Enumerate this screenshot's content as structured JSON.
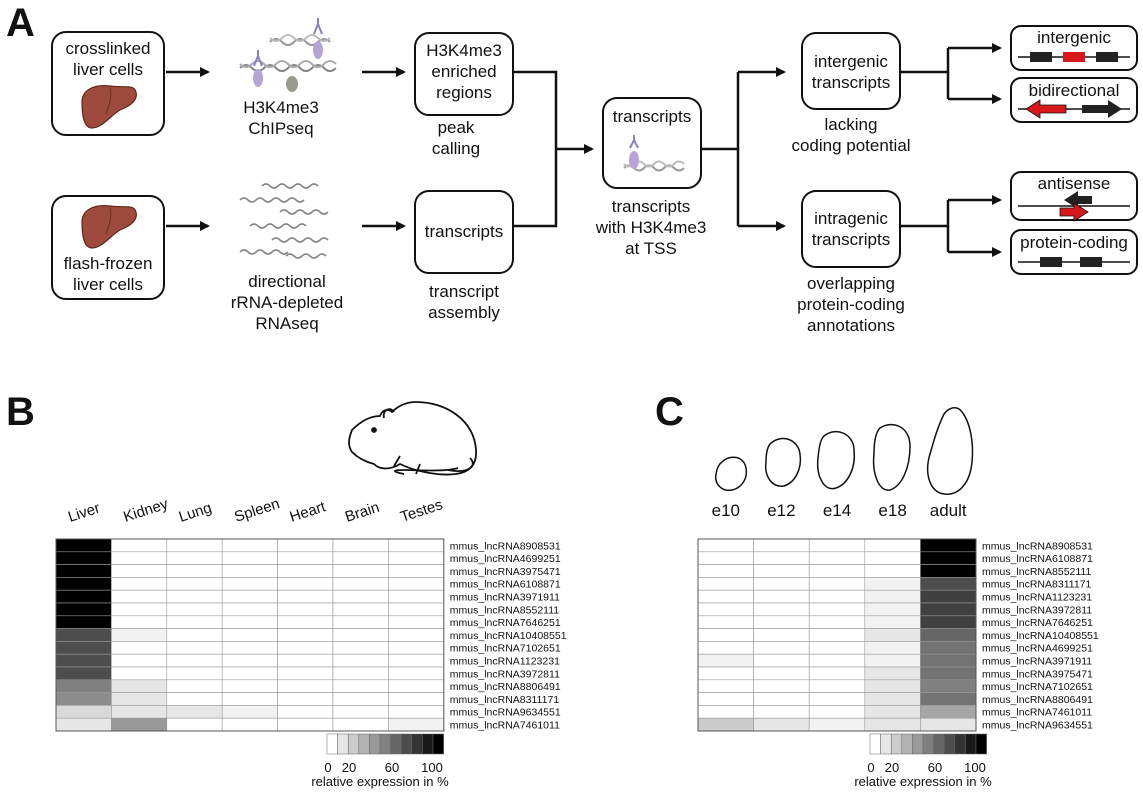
{
  "panels": {
    "a": "A",
    "b": "B",
    "c": "C"
  },
  "pipeline": {
    "crosslinked": [
      "crosslinked",
      "liver cells"
    ],
    "flashfrozen": [
      "flash-frozen",
      "liver cells"
    ],
    "chip": [
      "H3K4me3",
      "ChIPseq"
    ],
    "rnaseq": [
      "directional",
      "rRNA-depleted",
      "RNAseq"
    ],
    "enriched": [
      "H3K4me3",
      "enriched",
      "regions"
    ],
    "peak": [
      "peak",
      "calling"
    ],
    "transcripts_box": "transcripts",
    "assembly": [
      "transcript",
      "assembly"
    ],
    "center_box": "transcripts",
    "center_caption": [
      "transcripts",
      "with H3K4me3",
      "at TSS"
    ],
    "intergenic_box": [
      "intergenic",
      "transcripts"
    ],
    "intergenic_caption": [
      "lacking",
      "coding potential"
    ],
    "intragenic_box": [
      "intragenic",
      "transcripts"
    ],
    "intragenic_caption": [
      "overlapping",
      "protein-coding",
      "annotations"
    ],
    "categories": [
      "intergenic",
      "bidirectional",
      "antisense",
      "protein-coding"
    ]
  },
  "colors": {
    "red": "#d7191c",
    "liver": "#9e4a3c",
    "antibody": "#8e7fbf"
  },
  "heatmap_b": {
    "columns": [
      "Liver",
      "Kidney",
      "Lung",
      "Spleen",
      "Heart",
      "Brain",
      "Testes"
    ],
    "rows": [
      "mmus_lncRNA8908531",
      "mmus_lncRNA4699251",
      "mmus_lncRNA3975471",
      "mmus_lncRNA6108871",
      "mmus_lncRNA3971911",
      "mmus_lncRNA8552111",
      "mmus_lncRNA7646251",
      "mmus_lncRNA10408551",
      "mmus_lncRNA7102651",
      "mmus_lncRNA1123231",
      "mmus_lncRNA3972811",
      "mmus_lncRNA8806491",
      "mmus_lncRNA8311171",
      "mmus_lncRNA9634551",
      "mmus_lncRNA7461011"
    ],
    "values": [
      [
        100,
        0,
        0,
        0,
        0,
        0,
        0
      ],
      [
        100,
        0,
        0,
        0,
        0,
        0,
        0
      ],
      [
        100,
        0,
        0,
        0,
        0,
        0,
        0
      ],
      [
        100,
        0,
        0,
        0,
        0,
        0,
        0
      ],
      [
        100,
        0,
        0,
        0,
        0,
        0,
        0
      ],
      [
        100,
        0,
        0,
        0,
        0,
        0,
        0
      ],
      [
        100,
        0,
        0,
        0,
        0,
        0,
        0
      ],
      [
        70,
        5,
        0,
        0,
        0,
        0,
        0
      ],
      [
        70,
        0,
        0,
        0,
        0,
        0,
        0
      ],
      [
        70,
        0,
        0,
        0,
        0,
        0,
        0
      ],
      [
        70,
        0,
        0,
        0,
        0,
        0,
        0
      ],
      [
        50,
        10,
        0,
        0,
        0,
        0,
        0
      ],
      [
        45,
        10,
        0,
        0,
        0,
        0,
        0
      ],
      [
        15,
        10,
        10,
        5,
        0,
        0,
        0
      ],
      [
        10,
        40,
        0,
        0,
        0,
        0,
        5
      ]
    ]
  },
  "heatmap_c": {
    "columns": [
      "e10",
      "e12",
      "e14",
      "e18",
      "adult"
    ],
    "rows": [
      "mmus_lncRNA8908531",
      "mmus_lncRNA6108871",
      "mmus_lncRNA8552111",
      "mmus_lncRNA8311171",
      "mmus_lncRNA1123231",
      "mmus_lncRNA3972811",
      "mmus_lncRNA7646251",
      "mmus_lncRNA10408551",
      "mmus_lncRNA4699251",
      "mmus_lncRNA3971911",
      "mmus_lncRNA3975471",
      "mmus_lncRNA7102651",
      "mmus_lncRNA8806491",
      "mmus_lncRNA7461011",
      "mmus_lncRNA9634551"
    ],
    "values": [
      [
        0,
        0,
        0,
        0,
        100
      ],
      [
        0,
        0,
        0,
        0,
        100
      ],
      [
        0,
        0,
        0,
        0,
        100
      ],
      [
        0,
        0,
        0,
        5,
        70
      ],
      [
        0,
        0,
        0,
        5,
        75
      ],
      [
        0,
        0,
        0,
        5,
        75
      ],
      [
        0,
        0,
        0,
        5,
        75
      ],
      [
        0,
        0,
        0,
        10,
        60
      ],
      [
        0,
        0,
        0,
        5,
        55
      ],
      [
        5,
        0,
        0,
        5,
        55
      ],
      [
        0,
        0,
        0,
        10,
        55
      ],
      [
        0,
        0,
        0,
        10,
        50
      ],
      [
        0,
        0,
        0,
        10,
        55
      ],
      [
        0,
        0,
        0,
        10,
        35
      ],
      [
        20,
        10,
        5,
        10,
        10
      ]
    ]
  },
  "scale": {
    "ticks": [
      "0",
      "20",
      "60",
      "100"
    ],
    "label": "relative expression in %"
  }
}
